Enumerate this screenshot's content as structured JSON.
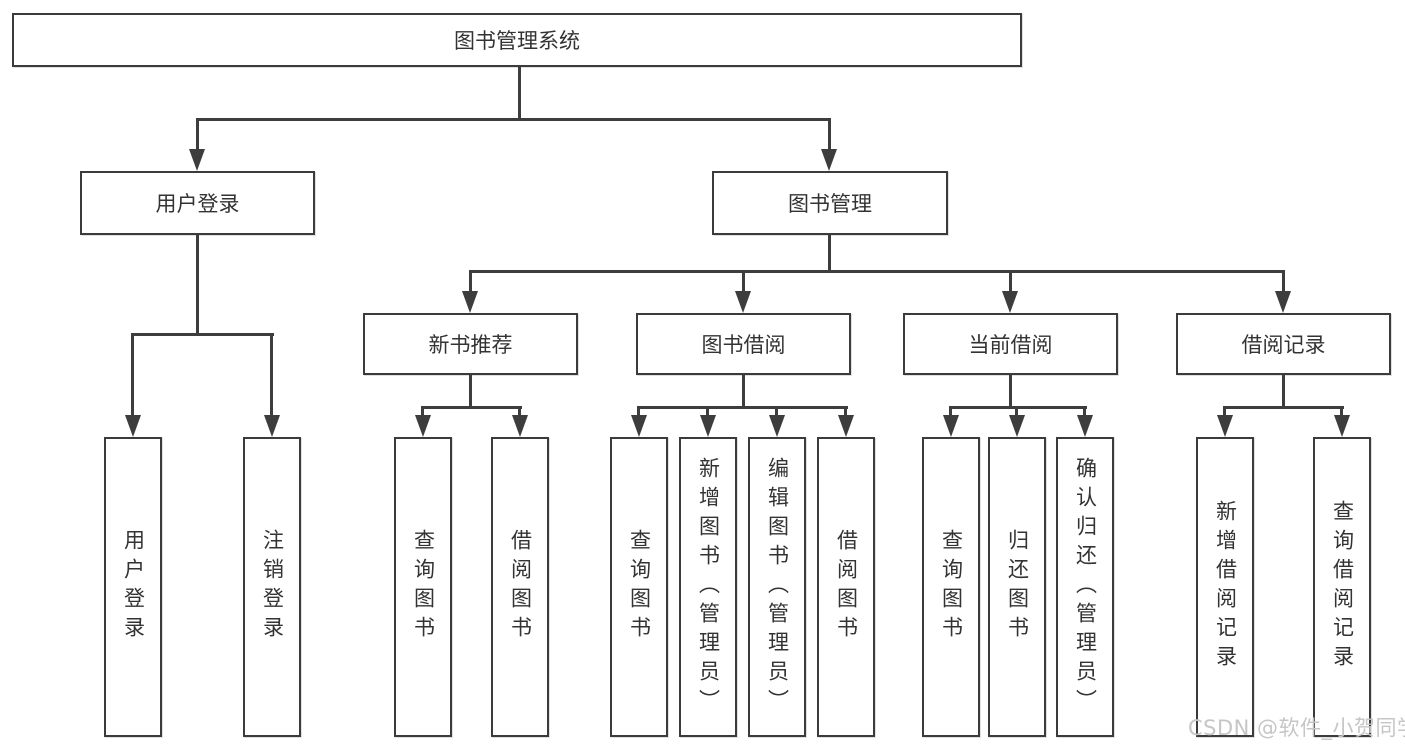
{
  "page": {
    "watermark": "CSDN @软件_小贺同学"
  },
  "colors": {
    "line": "#3d3d3d",
    "box_border": "#3b3b3b",
    "box_background": "#ffffff",
    "text": "#333333",
    "watermark": "#c6c6c6"
  },
  "tree": {
    "root": {
      "label": "图书管理系统"
    },
    "branches": [
      {
        "label": "用户登录",
        "children": [
          {
            "label": "用户登录"
          },
          {
            "label": "注销登录"
          }
        ]
      },
      {
        "label": "图书管理",
        "children": [
          {
            "label": "新书推荐",
            "children": [
              {
                "label": "查询图书"
              },
              {
                "label": "借阅图书"
              }
            ]
          },
          {
            "label": "图书借阅",
            "children": [
              {
                "label": "查询图书"
              },
              {
                "label": "新增图书（管理员）"
              },
              {
                "label": "编辑图书（管理员）"
              },
              {
                "label": "借阅图书"
              }
            ]
          },
          {
            "label": "当前借阅",
            "children": [
              {
                "label": "查询图书"
              },
              {
                "label": "归还图书"
              },
              {
                "label": "确认归还（管理员）"
              }
            ]
          },
          {
            "label": "借阅记录",
            "children": [
              {
                "label": "新增借阅记录"
              },
              {
                "label": "查询借阅记录"
              }
            ]
          }
        ]
      }
    ]
  }
}
